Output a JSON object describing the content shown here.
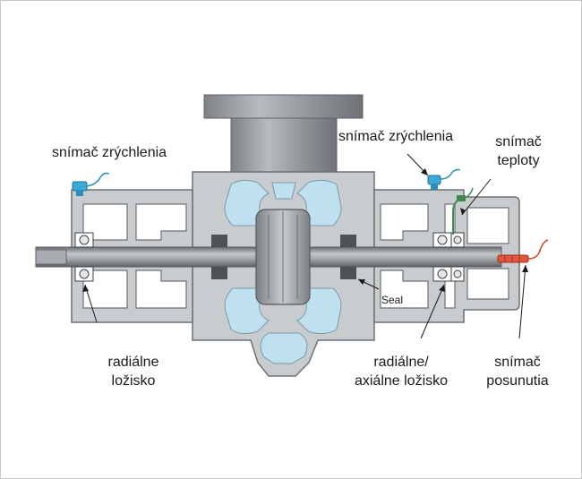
{
  "labels": {
    "accel_left": "snímač zrýchlenia",
    "accel_right": "snímač zrýchlenia",
    "temp_sensor_line1": "snímač",
    "temp_sensor_line2": "teploty",
    "seal": "Seal",
    "radial_bearing_line1": "radiálne",
    "radial_bearing_line2": "ložisko",
    "radial_axial_line1": "radiálne/",
    "radial_axial_line2": "axiálne ložisko",
    "displacement_line1": "snímač",
    "displacement_line2": "posunutia"
  },
  "colors": {
    "casing": "#c9ccce",
    "casing_stroke": "#6d7175",
    "shaft": "#9ea2a6",
    "fluid": "#bfe0ee",
    "accel_sensor": "#3aa9d6",
    "temp_sensor": "#3f8a50",
    "displacement_sensor": "#d9432a"
  }
}
